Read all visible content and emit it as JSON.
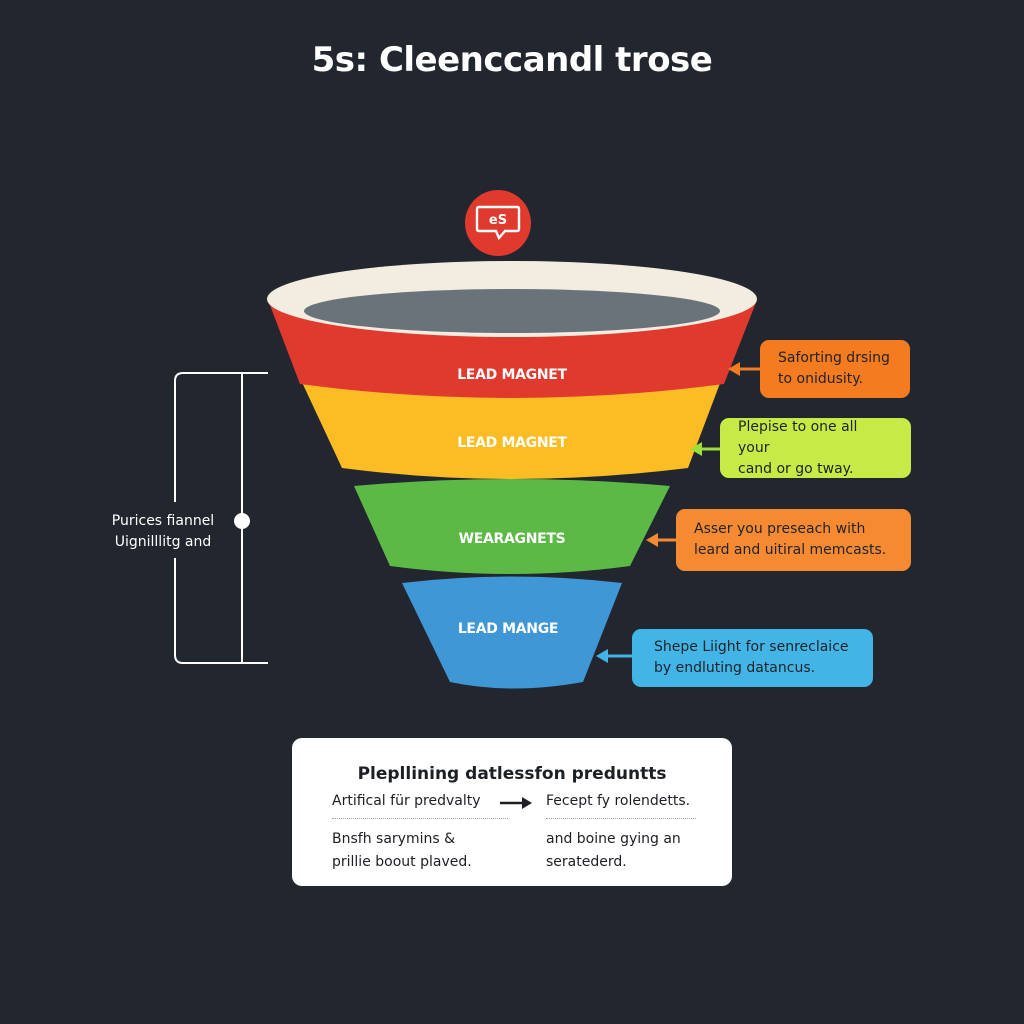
{
  "title": "5s: Cleenccandl trose",
  "badge": {
    "icon": "chat-bubble-icon",
    "text": "eS",
    "color": "#e03a2f"
  },
  "funnel": {
    "rim_color": "#f3ece0",
    "inner_color": "#6b737a",
    "stages": [
      {
        "label": "LEAD MAGNET",
        "color": "#e03a2f"
      },
      {
        "label": "LEAD MAGNET",
        "color": "#fbbd23"
      },
      {
        "label": "WEARAGNETS",
        "color": "#5db946"
      },
      {
        "label": "LEAD MANGE",
        "color": "#3f97d6"
      }
    ]
  },
  "callouts": [
    {
      "lines": [
        "Saforting drsing",
        "to onidusity."
      ],
      "color": "#f47b20",
      "arrow_color": "#f47b20"
    },
    {
      "lines": [
        "Plepise to one all your",
        "cand or go tway."
      ],
      "color": "#c7ea46",
      "arrow_color": "#9be03a"
    },
    {
      "lines": [
        "Asser you preseach with",
        "leard and uitiral memcasts."
      ],
      "color": "#f58a32",
      "arrow_color": "#f58a32"
    },
    {
      "lines": [
        "Shepe Liight for senreclaice",
        "by endluting datancus."
      ],
      "color": "#42b4e6",
      "arrow_color": "#42b4e6"
    }
  ],
  "left_bracket": {
    "label_lines": [
      "Purices fiannel",
      "Uignilllitg and"
    ]
  },
  "card": {
    "title": "Plepllining datlessfon preduntts",
    "arrow_icon": "right-arrow-icon",
    "left": {
      "row1": "Artifical für predvalty",
      "row2_lines": [
        "Bnsfh sarymins &",
        "prillie boout plaved."
      ]
    },
    "right": {
      "row1": "Fecept fy rolendetts.",
      "row2_lines": [
        "and boine gying an",
        "seratederd."
      ]
    }
  }
}
